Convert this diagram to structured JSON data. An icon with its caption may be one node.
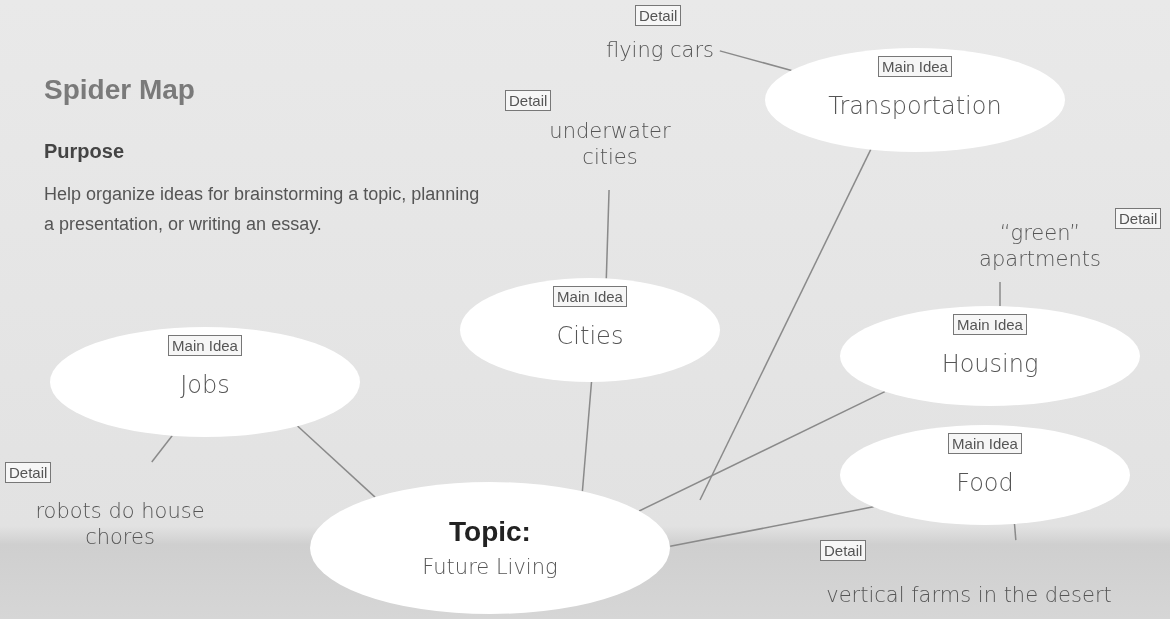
{
  "diagram": {
    "title": "Spider Map",
    "nodes": [
      {
        "text": [
          "Topic:",
          "Future Living"
        ]
      },
      {
        "text": [
          "Main Idea",
          "Jobs"
        ]
      },
      {
        "text": [
          "Main Idea",
          "Cities"
        ]
      },
      {
        "text": [
          "Main Idea",
          "Transportation"
        ]
      },
      {
        "text": [
          "Main Idea",
          "Housing"
        ]
      },
      {
        "text": [
          "Main Idea",
          "Food"
        ]
      },
      {
        "text": [
          "Detail",
          "flying cars"
        ]
      },
      {
        "text": [
          "Detail",
          "underwater cities"
        ]
      },
      {
        "text": [
          "Detail",
          "“green” apartments"
        ]
      },
      {
        "text": [
          "Detail",
          "robots do house chores"
        ]
      },
      {
        "text": [
          "Detail",
          "vertical farms in the desert"
        ]
      }
    ],
    "edges": [
      {
        "from": 0,
        "to": 1,
        "arrow": "none"
      },
      {
        "from": 0,
        "to": 2,
        "arrow": "none"
      },
      {
        "from": 0,
        "to": 3,
        "arrow": "none"
      },
      {
        "from": 0,
        "to": 4,
        "arrow": "none"
      },
      {
        "from": 0,
        "to": 5,
        "arrow": "none"
      },
      {
        "from": 1,
        "to": 9,
        "arrow": "none"
      },
      {
        "from": 2,
        "to": 7,
        "arrow": "none"
      },
      {
        "from": 3,
        "to": 6,
        "arrow": "none"
      },
      {
        "from": 4,
        "to": 8,
        "arrow": "none"
      },
      {
        "from": 5,
        "to": 10,
        "arrow": "none"
      }
    ],
    "labels": [
      "Purpose",
      "Help organize ideas for brainstorming a topic, planning a presentation, or writing an essay."
    ]
  }
}
